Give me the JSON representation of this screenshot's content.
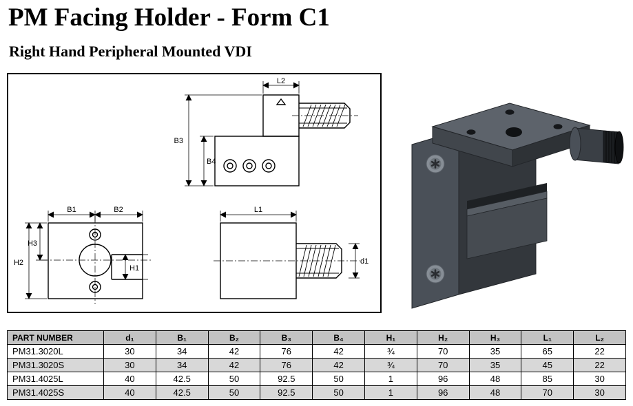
{
  "page": {
    "title": "PM Facing Holder - Form C1",
    "subtitle": "Right Hand Peripheral Mounted VDI"
  },
  "drawing": {
    "labels": {
      "L2": "L2",
      "B3": "B3",
      "B4": "B4",
      "B1": "B1",
      "B2": "B2",
      "H3": "H3",
      "H2": "H2",
      "H1": "H1",
      "L1": "L1",
      "d1": "d1"
    }
  },
  "table": {
    "columns": [
      "PART NUMBER",
      "d₁",
      "B₁",
      "B₂",
      "B₃",
      "B₄",
      "H₁",
      "H₂",
      "H₃",
      "L₁",
      "L₂"
    ],
    "rows": [
      [
        "PM31.3020L",
        "30",
        "34",
        "42",
        "76",
        "42",
        "¾",
        "70",
        "35",
        "65",
        "22"
      ],
      [
        "PM31.3020S",
        "30",
        "34",
        "42",
        "76",
        "42",
        "¾",
        "70",
        "35",
        "45",
        "22"
      ],
      [
        "PM31.4025L",
        "40",
        "42.5",
        "50",
        "92.5",
        "50",
        "1",
        "96",
        "48",
        "85",
        "30"
      ],
      [
        "PM31.4025S",
        "40",
        "42.5",
        "50",
        "92.5",
        "50",
        "1",
        "96",
        "48",
        "70",
        "30"
      ]
    ]
  },
  "colors": {
    "table_header_bg": "#c3c3c3",
    "table_alt_row_bg": "#d8d8d8",
    "drawing_line": "#000000",
    "holder_body_dark": "#33373c",
    "holder_body_light": "#4a5058"
  }
}
